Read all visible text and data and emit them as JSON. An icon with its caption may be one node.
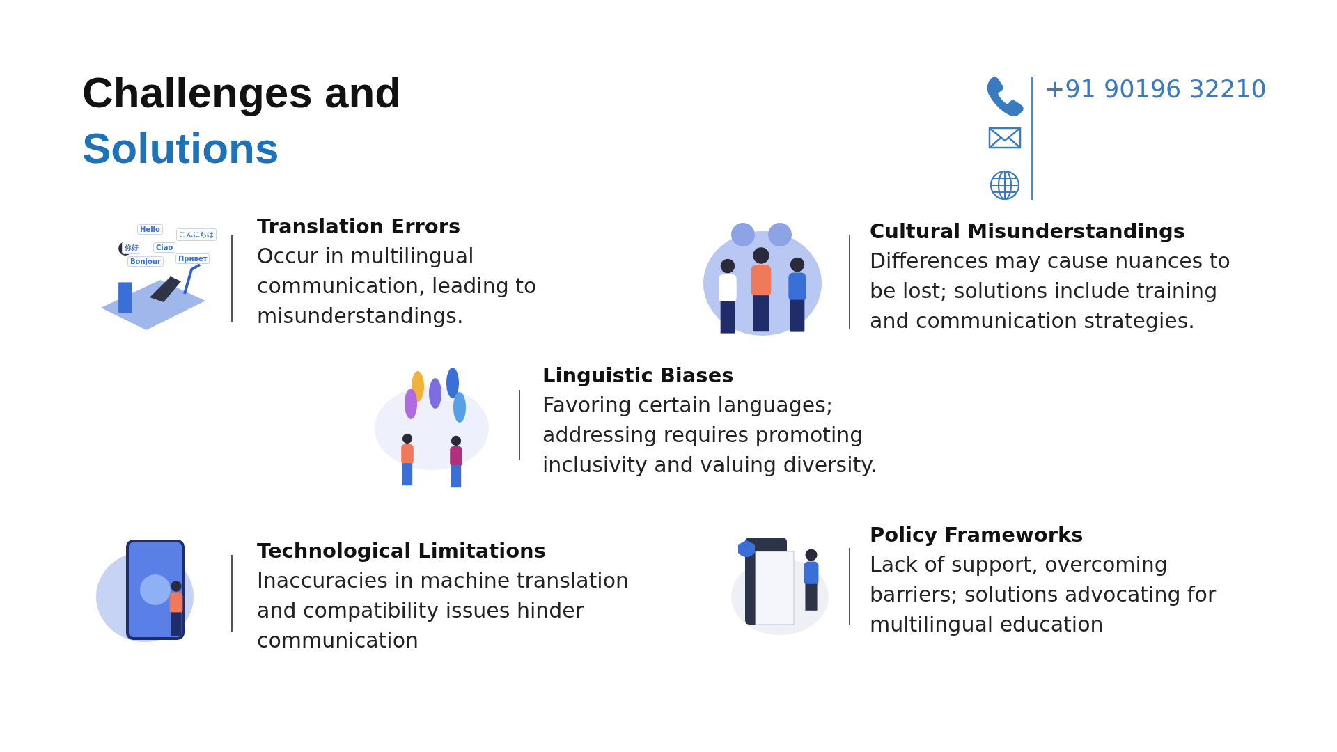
{
  "diagram": {
    "labels": [
      "Challenges and",
      "Solutions",
      "+91 90196 32210",
      "Translation Errors",
      "Occur in multilingual communication, leading to misunderstandings.",
      "Cultural Misunderstandings",
      "Differences may cause nuances to be lost; solutions include training and communication strategies.",
      "Linguistic Biases",
      "Favoring certain languages; addressing requires promoting inclusivity and valuing diversity.",
      "Technological Limitations",
      "Inaccuracies in machine translation and compatibility issues hinder communication",
      "Policy Frameworks",
      "Lack of support, overcoming barriers; solutions advocating for multilingual education",
      "Hello",
      "こんにちは",
      "你好",
      "Ciao",
      "Bonjour",
      "Привет"
    ]
  }
}
